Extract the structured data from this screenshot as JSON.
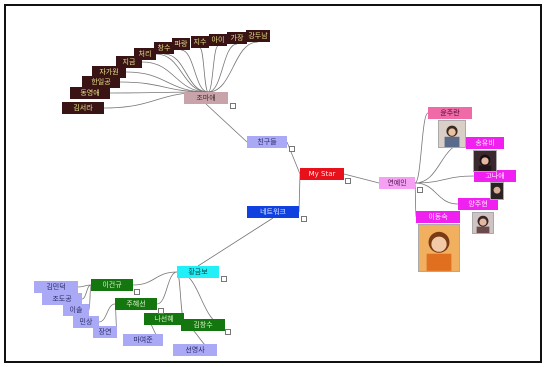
{
  "mindmap": {
    "root": "My Star",
    "branches": {
      "celebrities": "연예인",
      "friends": "친구들",
      "network": "네트워크",
      "reporter": "황금보"
    },
    "dark_nodes": [
      "강두남",
      "가장",
      "아이",
      "지수",
      "파랑",
      "창수",
      "처리",
      "지금",
      "자가원",
      "한일공",
      "동영애",
      "김서라"
    ],
    "mauve_node": "조마애",
    "celebrity_names": [
      "윤주란",
      "송유비",
      "고나애",
      "양주현",
      "이동숙"
    ],
    "green_nodes": [
      "이건규",
      "주혜선",
      "나선혜",
      "김창수"
    ],
    "lavender_nodes": [
      "김민덕",
      "조도공",
      "이솔",
      "민상",
      "장연",
      "마여준",
      "선영사"
    ]
  },
  "icons": {
    "expand": "expand-toggle-icon",
    "photo": "person-photo-icon"
  },
  "colors": {
    "root": "#e8101a",
    "network": "#1040e0",
    "reporter": "#22f0f8",
    "celebrities": "#f6a0f4",
    "friends": "#a9a9f5",
    "dark": "#3a1414",
    "green": "#14760f",
    "magenta": "#f020f0"
  }
}
